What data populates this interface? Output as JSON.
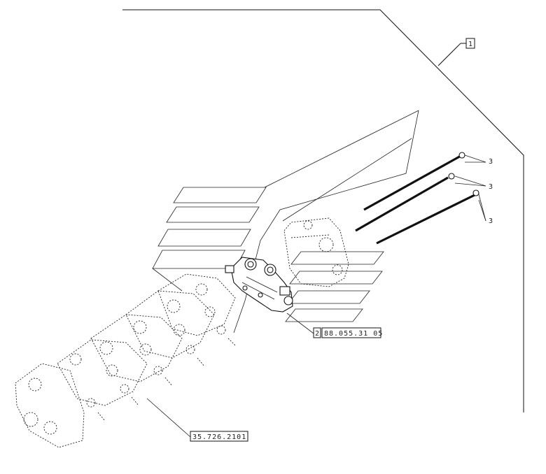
{
  "callouts": {
    "assembly_ref": "1",
    "item_3a": "3",
    "item_3b": "3",
    "item_3c": "3",
    "item_2_index": "2",
    "item_2_ref": "88.055.31 05",
    "valve_ref": "35.726.2101"
  },
  "colors": {
    "line": "#111111",
    "background": "#ffffff"
  }
}
